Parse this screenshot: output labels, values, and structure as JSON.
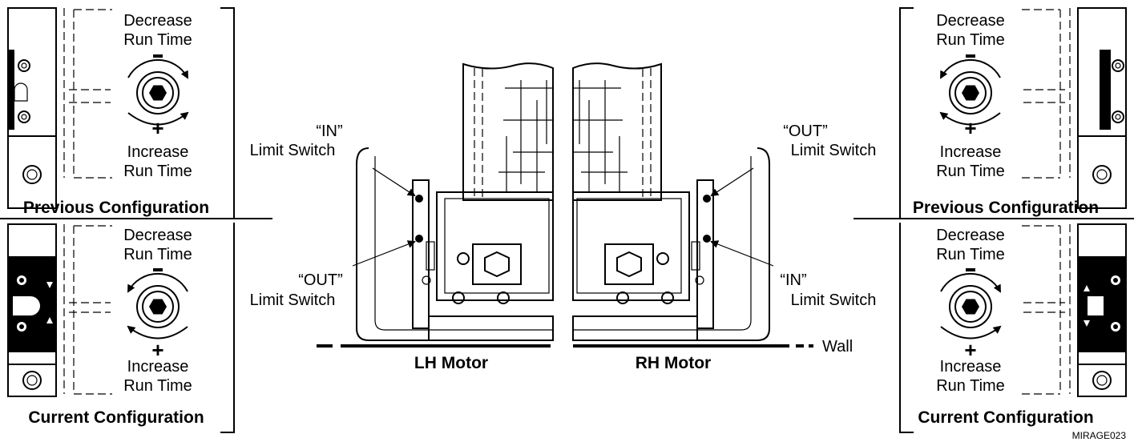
{
  "labels": {
    "decrease_line1": "Decrease",
    "decrease_line2": "Run Time",
    "increase_line1": "Increase",
    "increase_line2": "Run Time",
    "minus": "−",
    "plus": "+",
    "previous_configuration": "Previous Configuration",
    "current_configuration": "Current Configuration",
    "in_switch": "“IN”",
    "out_switch": "“OUT”",
    "limit_switch": "Limit Switch",
    "lh_motor": "LH Motor",
    "rh_motor": "RH Motor",
    "wall": "Wall",
    "figure_id": "MIRAGE023"
  }
}
